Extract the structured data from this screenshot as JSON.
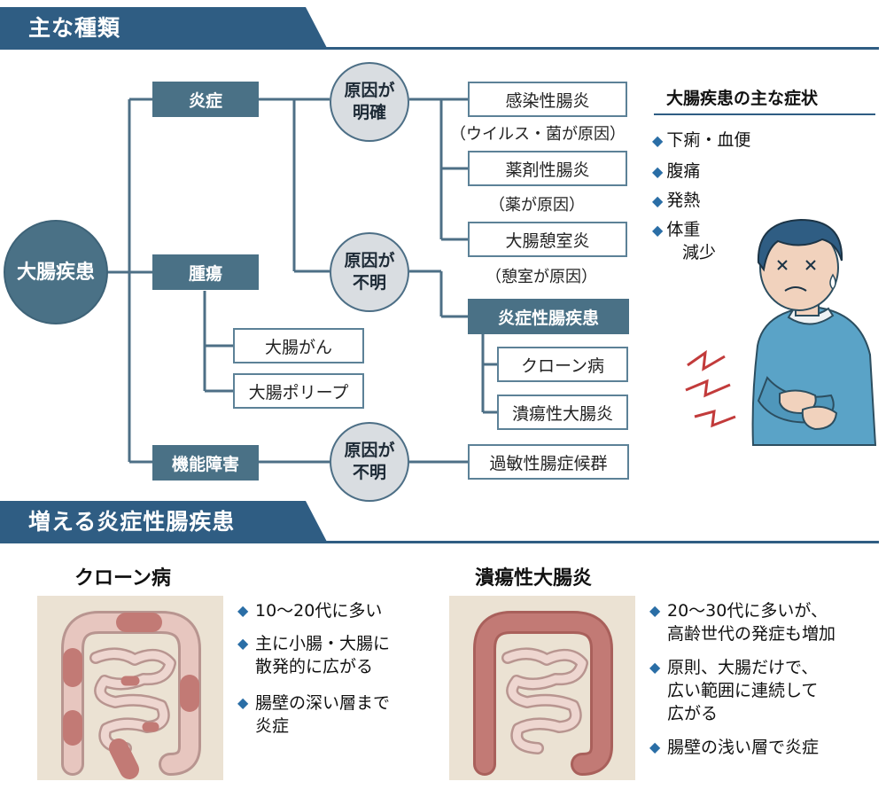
{
  "colors": {
    "banner": "#2f5d83",
    "dark_box": "#4a7186",
    "accent": "#2a6ea6",
    "inflamed": "#c27a75",
    "panel": "#ebe2d3"
  },
  "section1": {
    "title": "主な種類"
  },
  "root": {
    "label": "大腸疾患"
  },
  "branches": {
    "inflammation": "炎症",
    "tumor": "腫瘍",
    "functional": "機能障害"
  },
  "circles": {
    "clear": [
      "原因が",
      "明確"
    ],
    "unknown1": [
      "原因が",
      "不明"
    ],
    "unknown2": [
      "原因が",
      "不明"
    ]
  },
  "diseases": {
    "infectious": {
      "name": "感染性腸炎",
      "cause": "（ウイルス・菌が原因）"
    },
    "drug": {
      "name": "薬剤性腸炎",
      "cause": "（薬が原因）"
    },
    "diverticulitis": {
      "name": "大腸憩室炎",
      "cause": "（憩室が原因）"
    },
    "ibd": "炎症性腸疾患",
    "crohn": "クローン病",
    "uc": "潰瘍性大腸炎",
    "cancer": "大腸がん",
    "polyp": "大腸ポリープ",
    "ibs": "過敏性腸症候群"
  },
  "symptoms": {
    "title": "大腸疾患の主な症状",
    "items": [
      "下痢・血便",
      "腹痛",
      "発熱"
    ],
    "weight": [
      "体重",
      "減少"
    ]
  },
  "section2": {
    "title": "増える炎症性腸疾患"
  },
  "crohn_panel": {
    "title": "クローン病",
    "features": [
      [
        "10～20代に多い"
      ],
      [
        "主に小腸・大腸に",
        "散発的に広がる"
      ],
      [
        "腸壁の深い層まで",
        "炎症"
      ]
    ]
  },
  "uc_panel": {
    "title": "潰瘍性大腸炎",
    "features": [
      [
        "20～30代に多いが、",
        "高齢世代の発症も増加"
      ],
      [
        "原則、大腸だけで、",
        "広い範囲に連続して",
        "広がる"
      ],
      [
        "腸壁の浅い層で炎症"
      ]
    ]
  }
}
